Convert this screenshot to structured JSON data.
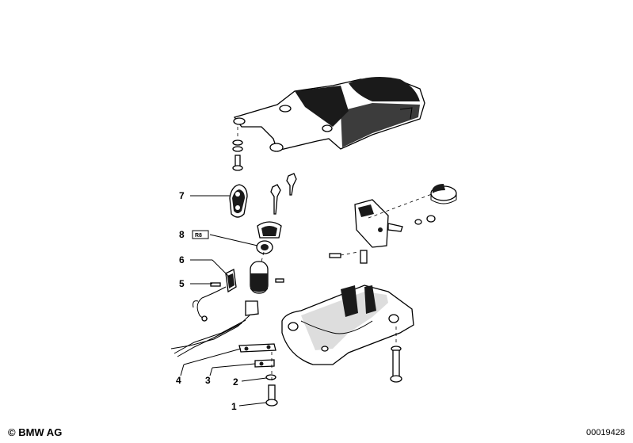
{
  "callouts": [
    {
      "id": "7",
      "label": "7"
    },
    {
      "id": "8",
      "label": "8",
      "badge": "R8"
    },
    {
      "id": "6",
      "label": "6"
    },
    {
      "id": "5",
      "label": "5"
    },
    {
      "id": "4",
      "label": "4"
    },
    {
      "id": "3",
      "label": "3"
    },
    {
      "id": "2",
      "label": "2"
    },
    {
      "id": "1",
      "label": "1"
    }
  ],
  "footer": {
    "copyright": "© BMW AG",
    "diagram_number": "00019428"
  }
}
